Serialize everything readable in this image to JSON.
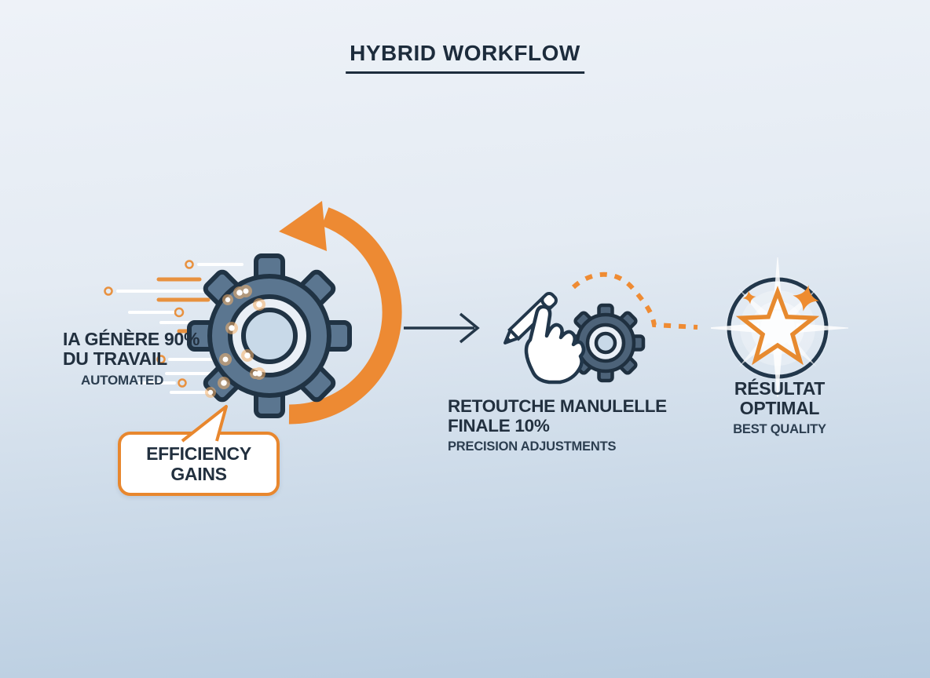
{
  "title": "HYBRID WORKFLOW",
  "stage_ai": {
    "heading_line1": "IA GÉNÈRE 90%",
    "heading_line2": "DU TRAVAIL",
    "subheading": "AUTOMATED",
    "callout": {
      "line1": "EFFICIENCY",
      "line2": "GAINS"
    }
  },
  "stage_manual": {
    "heading_line1": "RETOUTCHE MANULELLE",
    "heading_line2": "FINALE 10%",
    "subheading": "PRECISION ADJUSTMENTS"
  },
  "stage_result": {
    "heading": "RÉSULTAT OPTIMAL",
    "subheading": "BEST QUALITY"
  },
  "icons": {
    "ai_gear": "gear-icon",
    "cycle_arrow": "curved-cycle-arrow-icon",
    "speed_lines": "speed-lines-icon",
    "flow_arrow": "right-arrow-icon",
    "manual_hand": "hand-pencil-icon",
    "manual_gear": "small-gear-icon",
    "dotted_path": "dotted-connector-icon",
    "result_star": "star-badge-icon",
    "sparkles": "sparkle-icon"
  },
  "colors": {
    "accent_orange": "#ED8A33",
    "navy_text": "#22303F",
    "gear_slate": "#5B7690",
    "background_top": "#EDF1F7",
    "background_bottom": "#B6CBDF"
  }
}
